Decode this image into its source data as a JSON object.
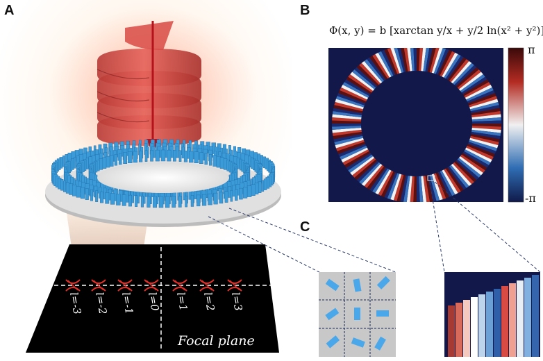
{
  "panels": {
    "a": "A",
    "b": "B",
    "c": "C"
  },
  "formula": "Φ(x, y) = b [xarctan y/x + y/2 ln(x² + y²)]",
  "colorbar": {
    "top": "π",
    "bottom": "-π",
    "colors": [
      "#3a0a0a",
      "#b22b22",
      "#f0f0f0",
      "#2f6db3",
      "#101a4a"
    ]
  },
  "focal_plane": {
    "title": "Focal plane",
    "orders": [
      "l=-3",
      "l=-2",
      "l=-1",
      "l=0",
      "l=1",
      "l=2",
      "l=3"
    ]
  },
  "colors": {
    "beam": "#d9473f",
    "pillars": "#3b9bd8",
    "phase_bg": "#12194a"
  }
}
